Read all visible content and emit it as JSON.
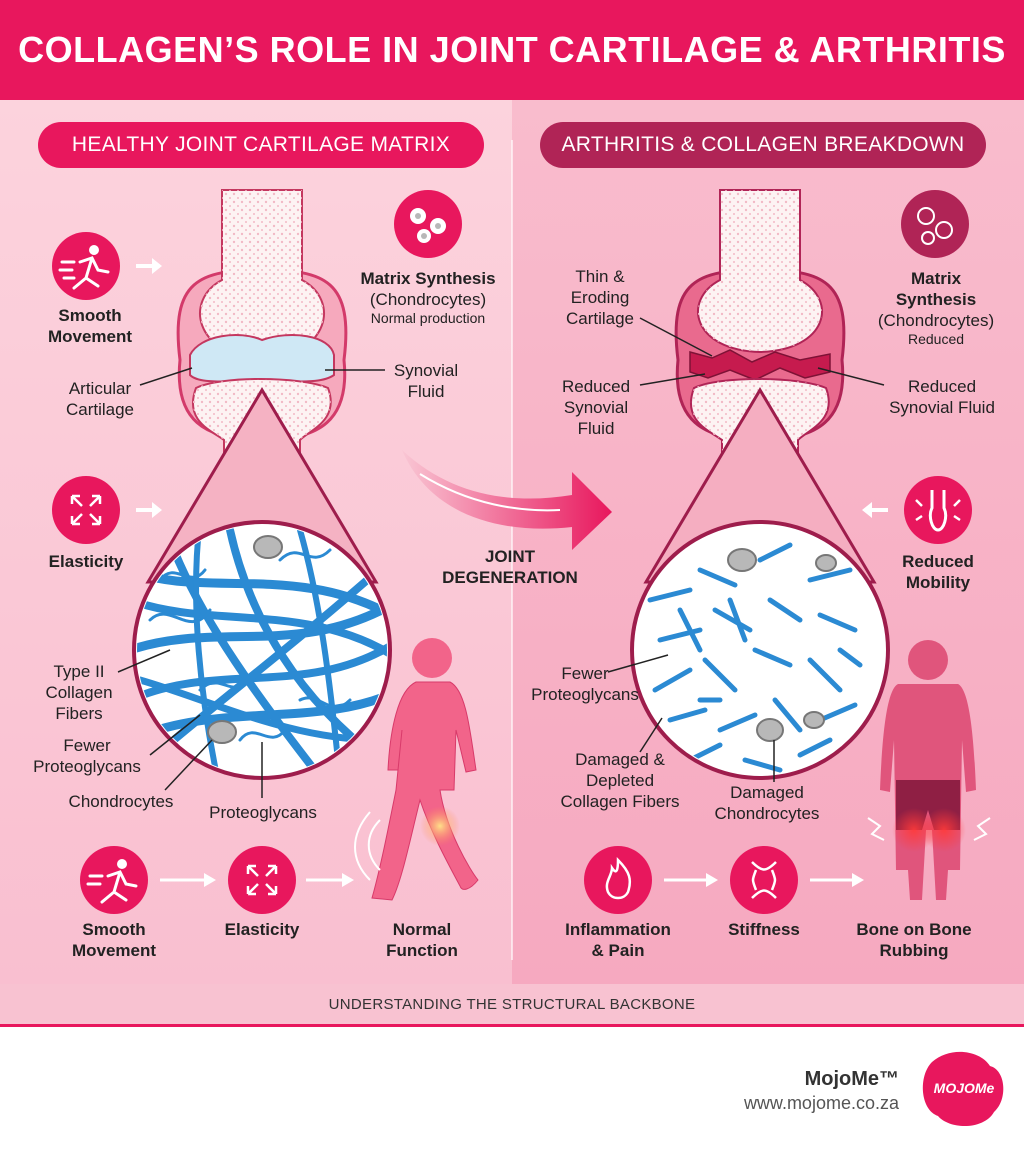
{
  "header": {
    "title": "COLLAGEN’S ROLE IN JOINT CARTILAGE & ARTHRITIS"
  },
  "left": {
    "pill": "HEALTHY JOINT CARTILAGE MATRIX",
    "smooth_movement": "Smooth\nMovement",
    "matrix_title": "Matrix Synthesis",
    "matrix_sub": "(Chondrocytes)",
    "matrix_note": "Normal production",
    "articular": "Articular\nCartilage",
    "synovial": "Synovial\nFluid",
    "elasticity": "Elasticity",
    "type2": "Type II\nCollagen\nFibers",
    "fewer": "Fewer\nProteoglycans",
    "chondrocytes": "Chondrocytes",
    "proteoglycans": "Proteoglycans",
    "flow": [
      "Smooth\nMovement",
      "Elasticity",
      "Normal\nFunction"
    ]
  },
  "center": {
    "degeneration": "JOINT\nDEGENERATION"
  },
  "right": {
    "pill": "ARTHRITIS & COLLAGEN BREAKDOWN",
    "thin": "Thin &\nEroding\nCartilage",
    "matrix_title": "Matrix\nSynthesis",
    "matrix_sub": "(Chondrocytes)",
    "matrix_note": "Reduced",
    "reduced_syn_left": "Reduced\nSynovial\nFluid",
    "reduced_syn_right": "Reduced\nSynovial Fluid",
    "reduced_mobility": "Reduced\nMobility",
    "fewer": "Fewer\nProteoglycans",
    "damaged_fibers": "Damaged &\nDepleted\nCollagen Fibers",
    "damaged_chondro": "Damaged\nChondrocytes",
    "flow": [
      "Inflammation\n& Pain",
      "Stiffness",
      "Bone on Bone\nRubbing"
    ]
  },
  "footer": {
    "strip": "UNDERSTANDING THE STRUCTURAL BACKBONE",
    "brand": "MojoMe™",
    "url": "www.mojome.co.za",
    "logo_text": "MOJOMe"
  },
  "colors": {
    "accent": "#e8175d",
    "dark_accent": "#b02456",
    "fiber": "#2b8ad3"
  }
}
